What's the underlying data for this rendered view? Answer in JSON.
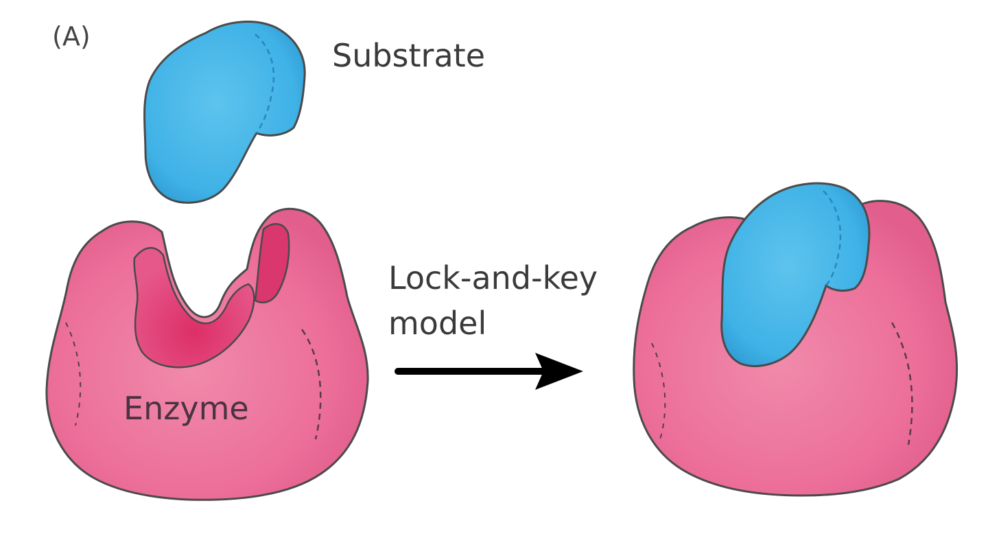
{
  "panel_label": "(A)",
  "substrate_label": "Substrate",
  "enzyme_label": "Enzyme",
  "model_label": {
    "line1": "Lock-and-key",
    "line2": "model"
  },
  "colors": {
    "substrate": "#3fb2e6",
    "substrate_shade": "#2e9bd4",
    "enzyme": "#ec6f9a",
    "enzyme_pocket": "#d9376d",
    "outline": "#4a4a4a",
    "arrow": "#000000"
  },
  "icons": {
    "arrow": "right-arrow-icon"
  }
}
